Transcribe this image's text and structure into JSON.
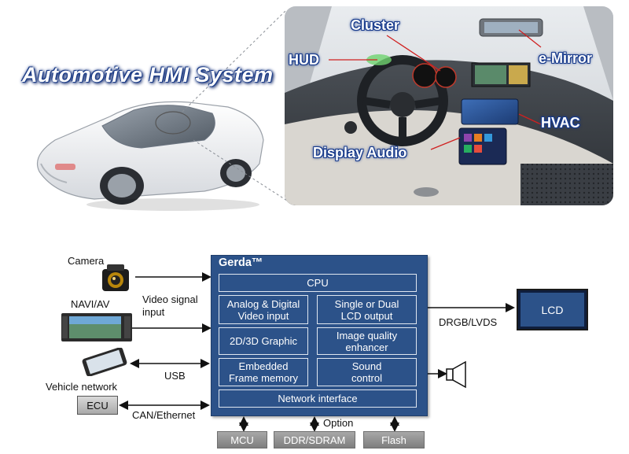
{
  "top": {
    "title": "Automotive HMI System",
    "callouts": {
      "cluster": "Cluster",
      "hud": "HUD",
      "e_mirror": "e-Mirror",
      "hvac": "HVAC",
      "display_audio": "Display Audio"
    }
  },
  "diagram": {
    "chip_title": "Gerda™",
    "blocks": {
      "cpu": "CPU",
      "video_input": [
        "Analog & Digital",
        "Video input"
      ],
      "lcd_output": [
        "Single or Dual",
        "LCD output"
      ],
      "graphic": "2D/3D Graphic",
      "image_quality": [
        "Image quality",
        "enhancer"
      ],
      "frame_memory": [
        "Embedded",
        "Frame memory"
      ],
      "sound": [
        "Sound",
        "control"
      ],
      "network": "Network interface"
    },
    "inputs": {
      "camera": "Camera",
      "navi": "NAVI/AV",
      "video_signal": [
        "Video signal",
        "input"
      ],
      "usb": "USB",
      "vehicle_network": "Vehicle network",
      "ecu": "ECU",
      "can": "CAN/Ethernet"
    },
    "outputs": {
      "drgb": "DRGB/LVDS",
      "lcd": "LCD"
    },
    "bottom": {
      "mcu": "MCU",
      "ddr": "DDR/SDRAM",
      "option": "Option",
      "flash": "Flash"
    }
  }
}
